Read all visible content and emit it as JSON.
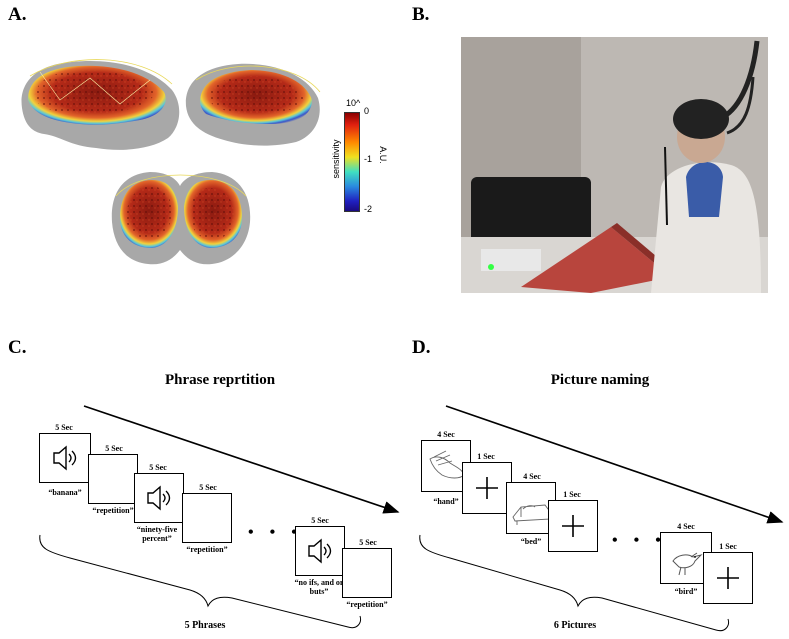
{
  "panels": {
    "a": {
      "label": "A."
    },
    "b": {
      "label": "B."
    },
    "c": {
      "label": "C."
    },
    "d": {
      "label": "D."
    }
  },
  "colorbar": {
    "top_label": "10^",
    "ticks": [
      "0",
      "-1",
      "-2"
    ],
    "axis_label": "sensitivity",
    "unit_label": "A.U."
  },
  "phrase_task": {
    "title": "Phrase reprtition",
    "trials": [
      {
        "duration": "5 Sec",
        "caption": "“banana”",
        "kind": "speaker"
      },
      {
        "duration": "5 Sec",
        "caption": "“repetition”",
        "kind": "blank"
      },
      {
        "duration": "5 Sec",
        "caption": "“ninety-five percent”",
        "kind": "speaker"
      },
      {
        "duration": "5 Sec",
        "caption": "“repetition”",
        "kind": "blank"
      },
      {
        "duration": "5 Sec",
        "caption": "“no ifs, and or buts”",
        "kind": "speaker"
      },
      {
        "duration": "5 Sec",
        "caption": "“repetition”",
        "kind": "blank"
      }
    ],
    "ellipsis": "• • •",
    "count_label": "5 Phrases"
  },
  "picture_task": {
    "title": "Picture naming",
    "trials": [
      {
        "duration": "4 Sec",
        "caption": "“hand”",
        "kind": "hand-drawing"
      },
      {
        "duration": "1 Sec",
        "caption": "",
        "kind": "fixation"
      },
      {
        "duration": "4 Sec",
        "caption": "“bed”",
        "kind": "bed-drawing"
      },
      {
        "duration": "1 Sec",
        "caption": "",
        "kind": "fixation"
      },
      {
        "duration": "4 Sec",
        "caption": "“bird”",
        "kind": "bird-drawing"
      },
      {
        "duration": "1 Sec",
        "caption": "",
        "kind": "fixation"
      }
    ],
    "ellipsis": "• • •",
    "count_label": "6 Pictures"
  },
  "colors": {
    "photo_wall": "#b9b4b0",
    "laptop": "#b8453d",
    "cortex": "#9c1f15"
  }
}
